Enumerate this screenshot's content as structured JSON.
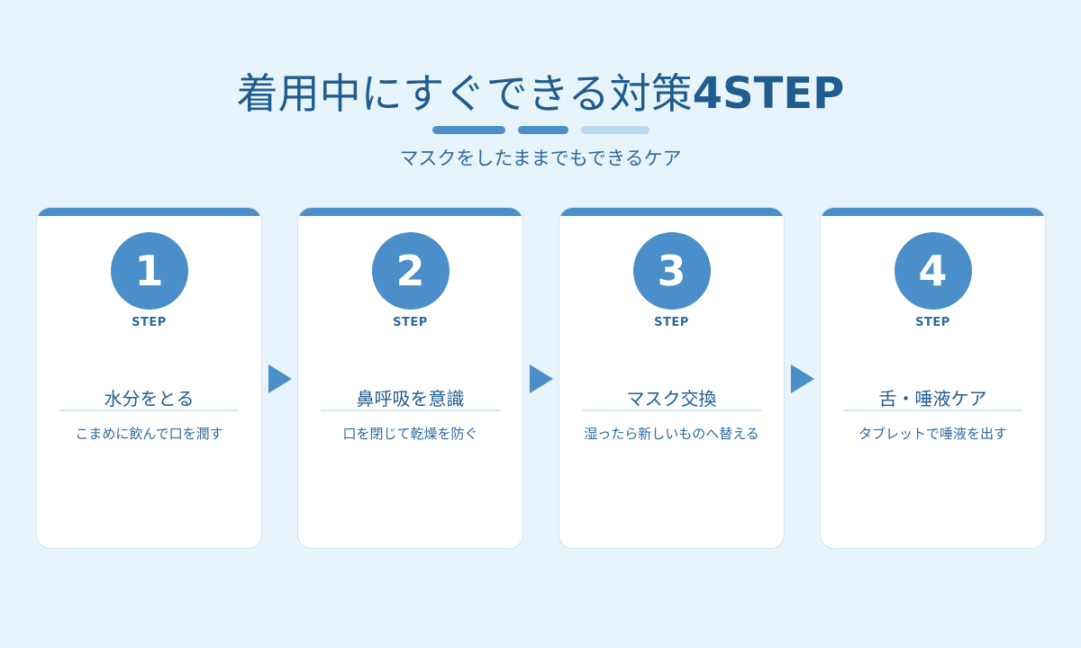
{
  "header": {
    "title_main": "着用中にすぐできる対策",
    "title_accent": "4STEP",
    "subtitle": "マスクをしたままでもできるケア"
  },
  "steps": [
    {
      "number": "1",
      "label": "STEP",
      "title": "水分をとる",
      "description": "こまめに飲んで口を潤す"
    },
    {
      "number": "2",
      "label": "STEP",
      "title": "鼻呼吸を意識",
      "description": "口を閉じて乾燥を防ぐ"
    },
    {
      "number": "3",
      "label": "STEP",
      "title": "マスク交換",
      "description": "湿ったら新しいものへ替える"
    },
    {
      "number": "4",
      "label": "STEP",
      "title": "舌・唾液ケア",
      "description": "タブレットで唾液を出す"
    }
  ],
  "colors": {
    "background": "#e8f4fb",
    "primary": "#4a8fc9",
    "text": "#1f5c8f",
    "accent_light": "#bcd8ee",
    "card": "#ffffff"
  }
}
